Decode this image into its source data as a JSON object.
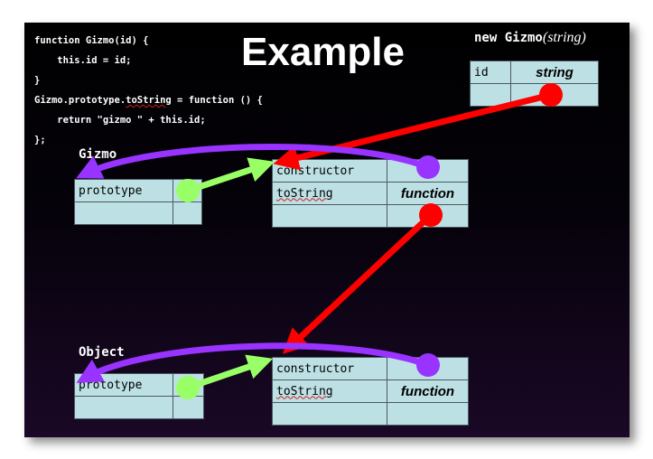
{
  "title": "Example",
  "code_lines": [
    "function Gizmo(id) {",
    "    this.id = id;",
    "}",
    "Gizmo.prototype.toString = function () {",
    "    return \"gizmo \" + this.id;",
    "};"
  ],
  "new_instance": {
    "label": "new Gizmo",
    "arg": "(string)",
    "cells": [
      [
        "id",
        "string"
      ],
      [
        "",
        ""
      ]
    ]
  },
  "gizmo": {
    "label": "Gizmo",
    "ctor_cells": [
      [
        "prototype",
        ""
      ],
      [
        "",
        ""
      ]
    ],
    "proto_cells": [
      [
        "constructor",
        ""
      ],
      [
        "toString",
        "function"
      ],
      [
        "",
        ""
      ]
    ]
  },
  "object": {
    "label": "Object",
    "ctor_cells": [
      [
        "prototype",
        ""
      ],
      [
        "",
        ""
      ]
    ],
    "proto_cells": [
      [
        "constructor",
        ""
      ],
      [
        "toString",
        "function"
      ],
      [
        "",
        ""
      ]
    ]
  },
  "colors": {
    "background": "#000000",
    "box_fill": "#bde0e4",
    "arrow_red": "#ff0000",
    "arrow_purple": "#9933ff",
    "arrow_green": "#99ff66"
  }
}
